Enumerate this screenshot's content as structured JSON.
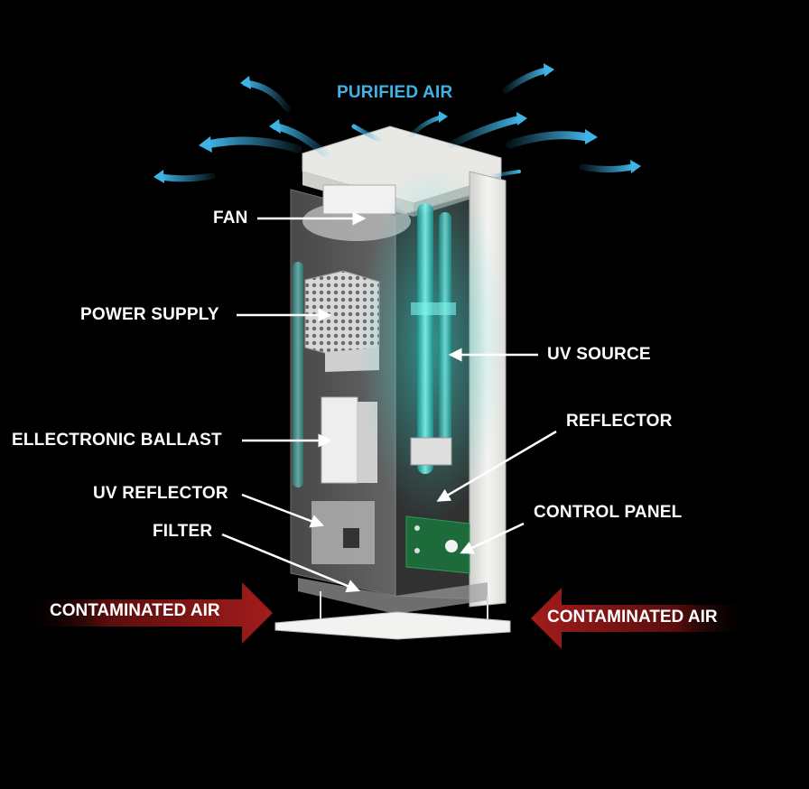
{
  "labels": {
    "purified_air": "PURIFIED AIR",
    "fan": "FAN",
    "power_supply": "POWER SUPPLY",
    "electronic_ballast": "ELLECTRONIC BALLAST",
    "uv_reflector": "UV REFLECTOR",
    "filter": "FILTER",
    "uv_source": "UV SOURCE",
    "reflector": "REFLECTOR",
    "control_panel": "CONTROL PANEL",
    "contaminated_air_left": "CONTAMINATED AIR",
    "contaminated_air_right": "CONTAMINATED AIR"
  },
  "colors": {
    "background": "#000000",
    "purified_air": "#3fb3e6",
    "contaminated_air": "#8a1414",
    "uv_glow": "#38e0d6",
    "housing": "#e9e9e6",
    "label_text": "#ffffff"
  }
}
